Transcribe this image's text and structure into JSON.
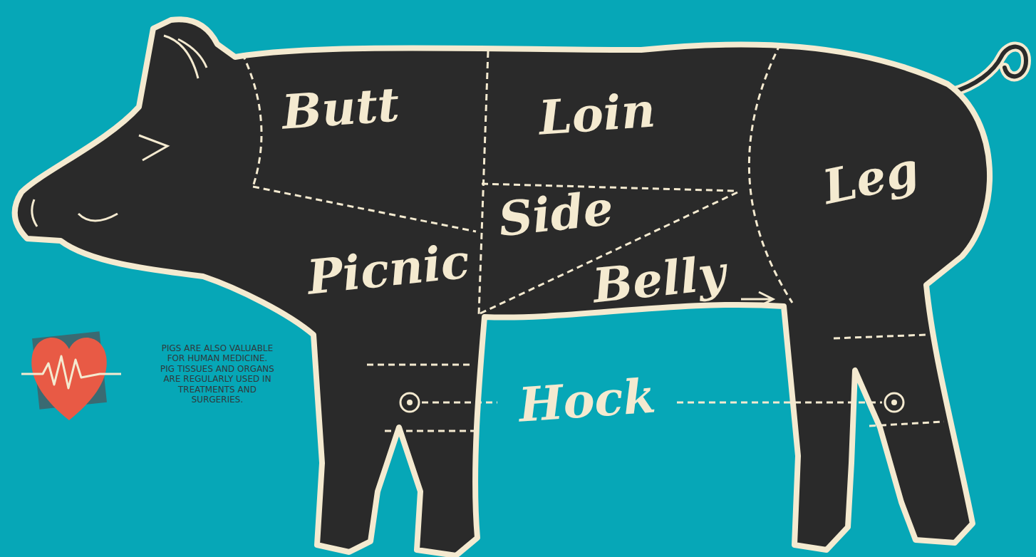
{
  "diagram": {
    "labels": [
      "Butt",
      "Loin",
      "Leg",
      "Side",
      "Picnic",
      "Belly",
      "Hock",
      "PIGS ARE ALSO VALUABLE FOR HUMAN MEDICINE. PIG TISSUES AND ORGANS ARE REGULARLY USED IN TREATMENTS AND SURGERIES."
    ]
  }
}
